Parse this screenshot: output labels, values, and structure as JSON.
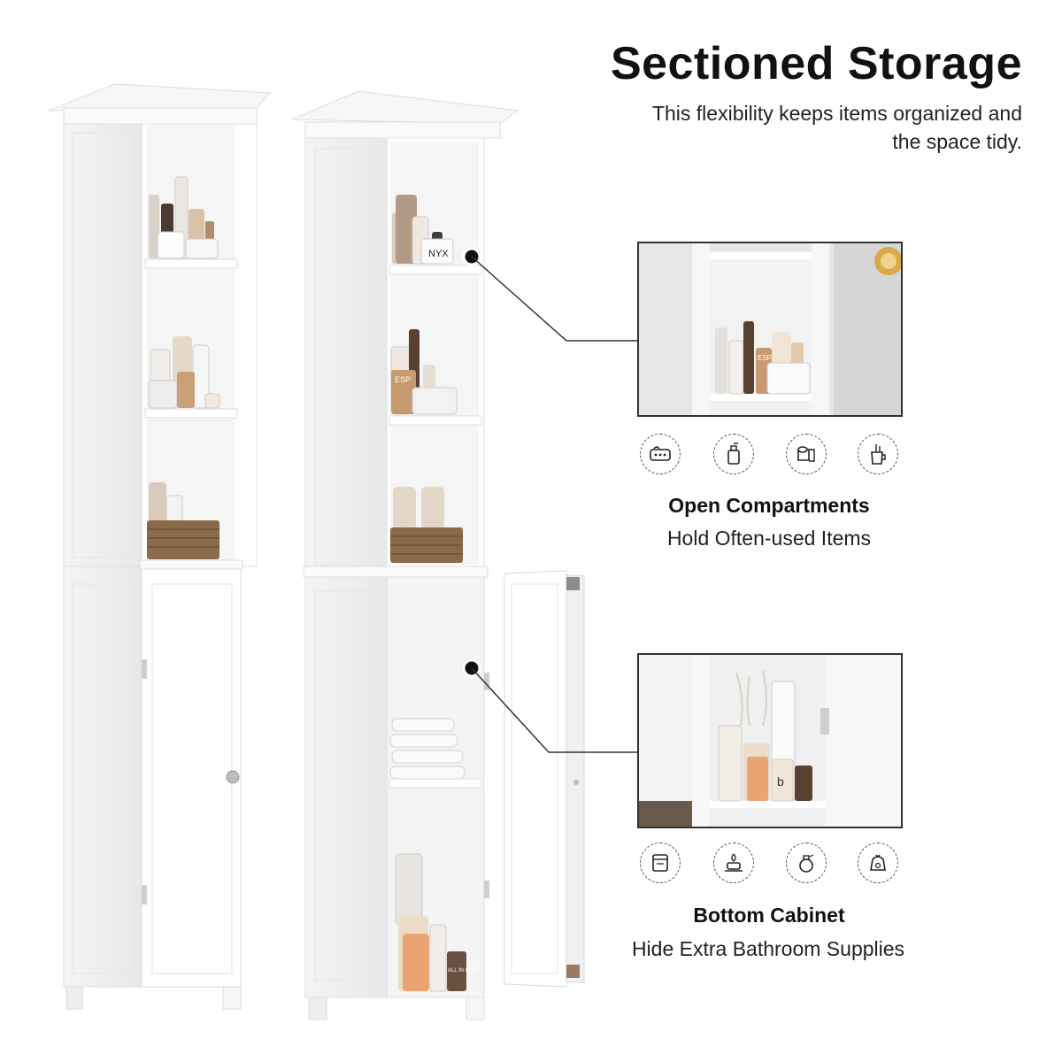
{
  "header": {
    "title": "Sectioned Storage",
    "subtitle_lines": [
      "This flexibility keeps items organized and",
      "the space tidy."
    ]
  },
  "features": [
    {
      "title": "Open Compartments",
      "description": "Hold Often-used Items",
      "icons": [
        "sponge-icon",
        "soap-bottle-icon",
        "toilet-paper-icon",
        "toothbrush-cup-icon"
      ]
    },
    {
      "title": "Bottom Cabinet",
      "description": "Hide Extra Bathroom Supplies",
      "icons": [
        "towel-icon",
        "candle-icon",
        "perfume-icon",
        "laundry-bag-icon"
      ]
    }
  ],
  "bottle_labels": {
    "nyx": "NYX",
    "espa": "ESPA",
    "esp": "ESP",
    "all_in_one": "ALL IN ONE",
    "b": "b"
  },
  "colors": {
    "cabinet": "#ffffff",
    "cabinet_shadow": "#e6e6e6",
    "basket": "#8a6a4a",
    "line": "#333333"
  }
}
